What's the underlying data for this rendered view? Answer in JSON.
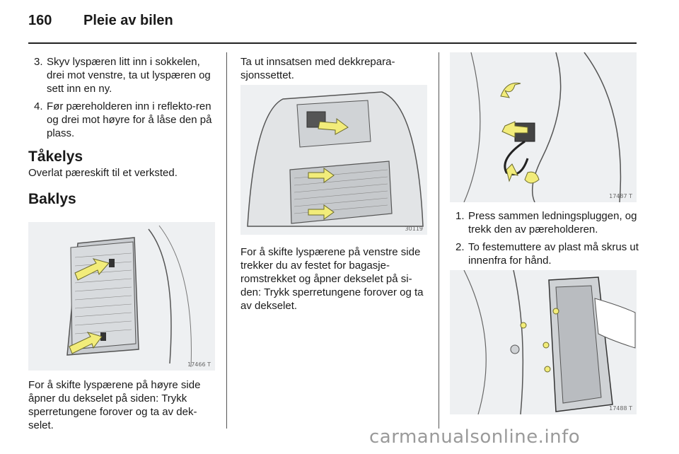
{
  "header": {
    "page_number": "160",
    "title": "Pleie av bilen"
  },
  "left_column": {
    "steps": [
      {
        "num": "3.",
        "text": "Skyv lyspæren litt inn i sokkelen, drei mot venstre, ta ut lyspæren og sett inn en ny."
      },
      {
        "num": "4.",
        "text": "Før pæreholderen inn i reflekto-ren og drei mot høyre for å låse den på plass."
      }
    ],
    "fog_title": "Tåkelys",
    "fog_text": "Overlat pæreskift til et verksted.",
    "reverse_title": "Baklys",
    "figure_code": "17466 T",
    "bottom_text": "For å skifte lyspærene på høyre side åpner du dekselet på siden: Trykk sperretungene forover og ta av dek-selet."
  },
  "middle_column": {
    "intro_text": "Ta ut innsatsen med dekkrepara-sjonssettet.",
    "figure_code": "30119",
    "bottom_text": "For å skifte lyspærene på venstre side trekker du av festet for bagasje-romstrekket og åpner dekselet på si-den: Trykk sperretungene forover og ta av dekselet."
  },
  "right_column": {
    "figure1_code": "17487 T",
    "steps": [
      {
        "num": "1.",
        "text": "Press sammen ledningspluggen, og trekk den av pæreholderen."
      },
      {
        "num": "2.",
        "text": "To festemuttere av plast må skrus ut innenfra for hånd."
      }
    ],
    "figure2_code": "17488 T"
  },
  "watermark": "carmanualsonline.info",
  "colors": {
    "arrow_fill": "#f2ec7a",
    "arrow_stroke": "#6b6a2a",
    "figure_bg": "#eef0f2",
    "line_art": "#555555"
  }
}
